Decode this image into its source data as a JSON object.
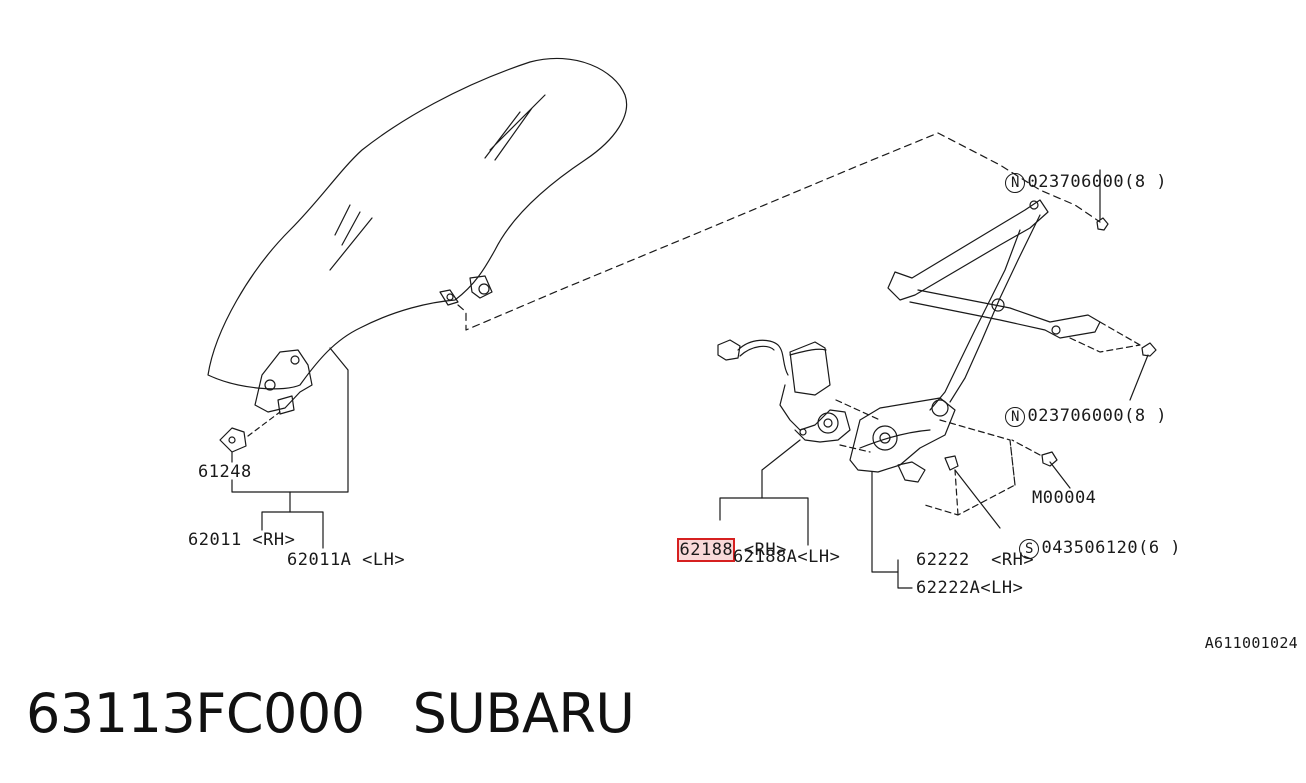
{
  "labels": {
    "nut_top": {
      "prefix": "N",
      "text": "023706000(8 )"
    },
    "nut_mid": {
      "prefix": "N",
      "text": "023706000(8 )"
    },
    "bolt_m": {
      "text": "M00004"
    },
    "screw_s": {
      "prefix": "S",
      "text": "043506120(6 )"
    },
    "clip": {
      "text": "61248"
    },
    "glass_rh": {
      "text": "62011 <RH>"
    },
    "glass_lh": {
      "text": "62011A <LH>"
    },
    "motor_rh_num": {
      "text": "62188"
    },
    "motor_rh_side": {
      "text": " <RH>"
    },
    "motor_lh": {
      "text": "62188A<LH>"
    },
    "regulator_rh": {
      "text": "62222  <RH>"
    },
    "regulator_lh": {
      "text": "62222A<LH>"
    }
  },
  "reference_code": "A611001024",
  "footer": {
    "part_number": "63113FC000",
    "brand": "SUBARU"
  },
  "colors": {
    "line": "#1a1a1a",
    "highlight_border": "#d62020",
    "highlight_fill": "#e67878"
  }
}
